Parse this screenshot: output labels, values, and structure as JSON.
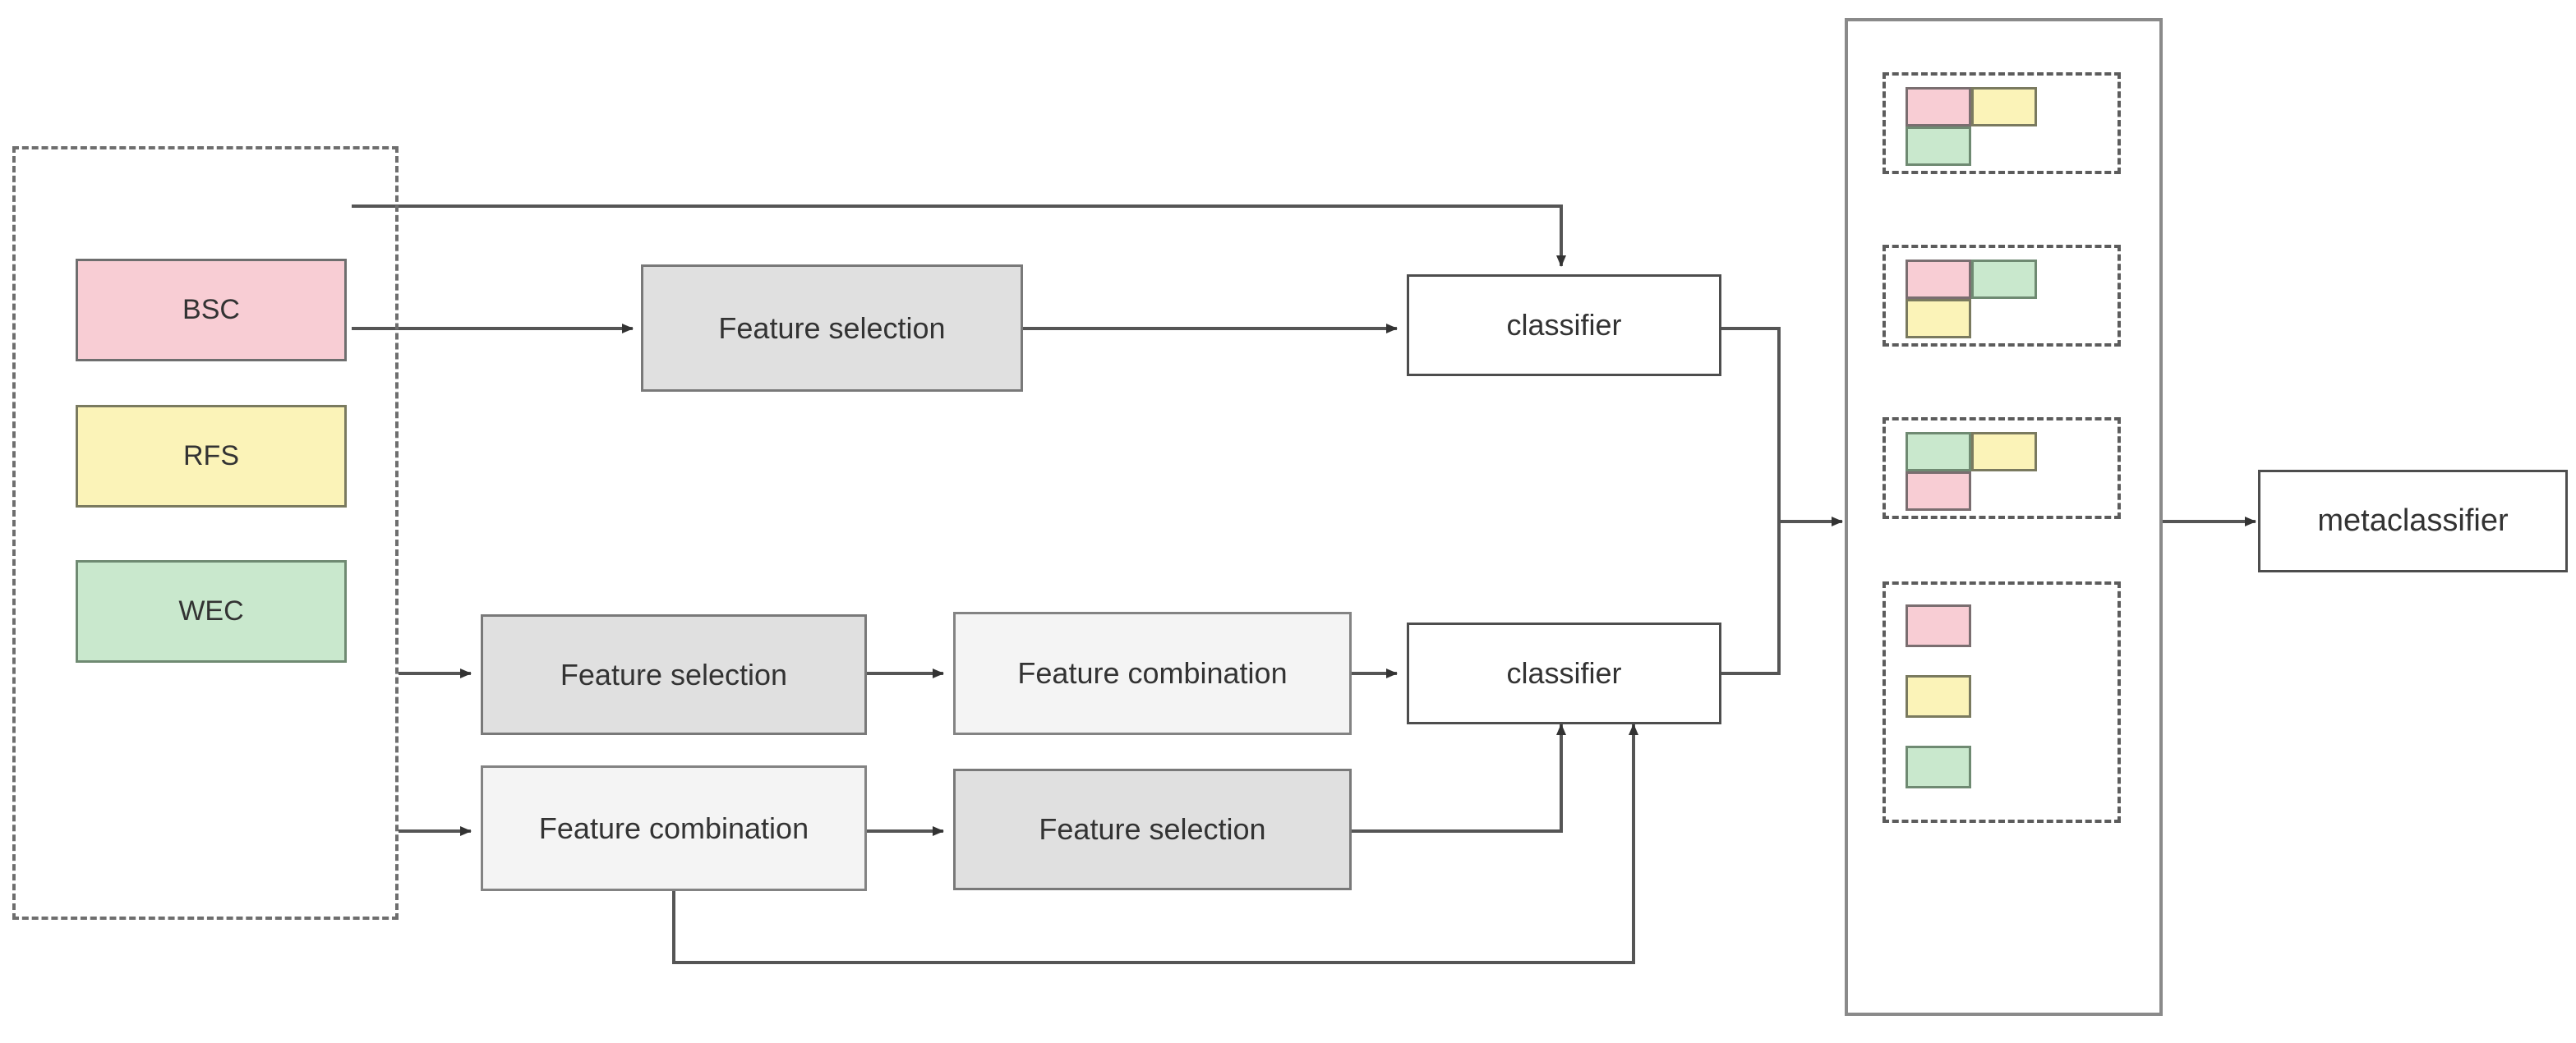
{
  "diagram": {
    "title": "Stacked ensemble pipeline with feature selection and feature combination",
    "colors": {
      "pink": "#f8cdd4",
      "yellow": "#fbf3b8",
      "green": "#c9e8cd",
      "feature_selection_fill": "#e0e0e0",
      "feature_combination_fill": "#f4f4f4",
      "stroke": "#666666",
      "background": "#ffffff"
    }
  },
  "sources": {
    "container_label": "input-feature-sets",
    "items": [
      {
        "id": "bsc",
        "label": "BSC",
        "color": "#f8cdd4"
      },
      {
        "id": "rfs",
        "label": "RFS",
        "color": "#fbf3b8"
      },
      {
        "id": "wec",
        "label": "WEC",
        "color": "#c9e8cd"
      }
    ]
  },
  "pipeline": {
    "top_row": {
      "feature_selection": "Feature selection",
      "classifier": "classifier"
    },
    "middle_row": {
      "feature_selection": "Feature selection",
      "feature_combination": "Feature combination",
      "classifier": "classifier"
    },
    "bottom_row": {
      "feature_combination": "Feature combination",
      "feature_selection": "Feature selection"
    }
  },
  "predictions_panel": {
    "groups": [
      {
        "id": "group-1",
        "row1": [
          "pink",
          "yellow"
        ],
        "row2": [
          "green"
        ]
      },
      {
        "id": "group-2",
        "row1": [
          "pink",
          "green"
        ],
        "row2": [
          "yellow"
        ]
      },
      {
        "id": "group-3",
        "row1": [
          "green",
          "yellow"
        ],
        "row2": [
          "pink"
        ]
      },
      {
        "id": "group-4",
        "row1": [
          "pink"
        ],
        "row2": [
          "yellow"
        ],
        "row3": [
          "green"
        ]
      }
    ]
  },
  "output": {
    "metaclassifier": "metaclassifier"
  }
}
